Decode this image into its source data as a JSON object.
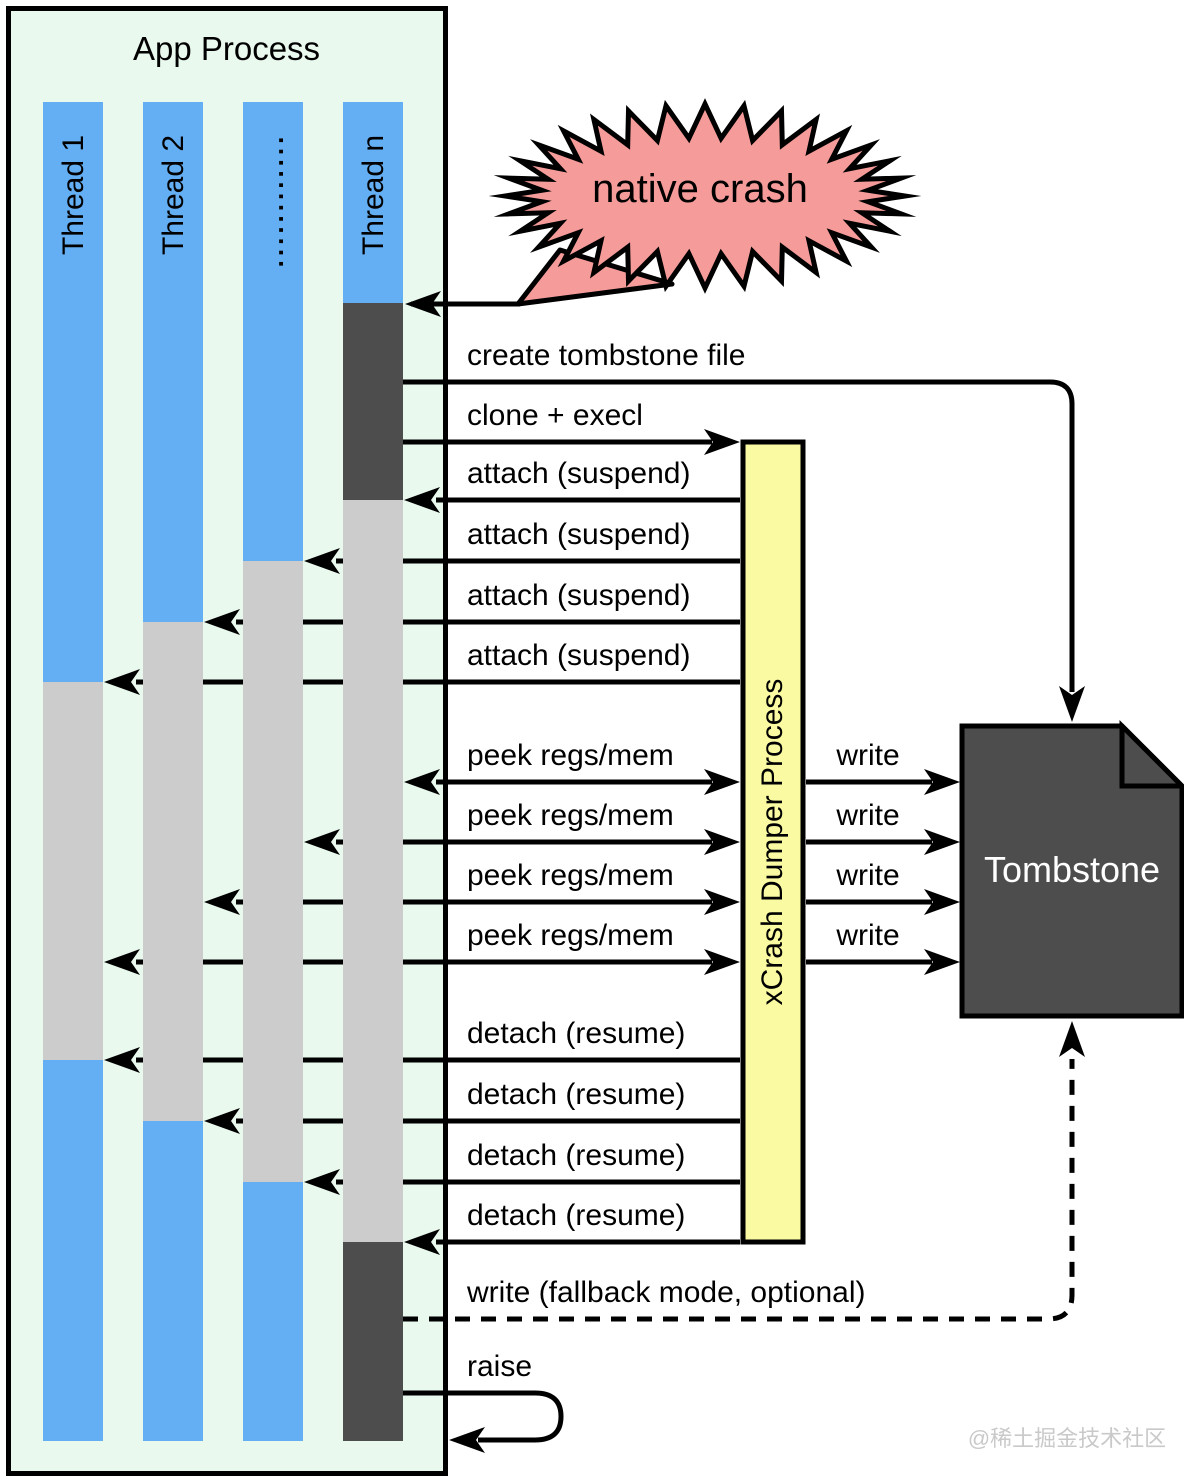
{
  "app_process": {
    "title": "App Process",
    "threads": [
      "Thread 1",
      "Thread 2",
      "............",
      "Thread n"
    ]
  },
  "bubble": {
    "label": "native crash"
  },
  "dumper": {
    "label": "xCrash Dumper Process"
  },
  "tombstone": {
    "label": "Tombstone"
  },
  "arrows": {
    "create": "create tombstone file",
    "clone": "clone + execl",
    "attach": [
      "attach (suspend)",
      "attach (suspend)",
      "attach (suspend)",
      "attach (suspend)"
    ],
    "peek": [
      "peek regs/mem",
      "peek regs/mem",
      "peek regs/mem",
      "peek regs/mem"
    ],
    "write": [
      "write",
      "write",
      "write",
      "write"
    ],
    "detach": [
      "detach (resume)",
      "detach (resume)",
      "detach (resume)",
      "detach (resume)"
    ],
    "fallback": "write (fallback mode, optional)",
    "raise": "raise"
  },
  "watermark": "@稀土掘金技术社区",
  "colors": {
    "process_bg": "#e9f9ee",
    "thread_blue": "#64aff3",
    "thread_idle": "#cccccc",
    "thread_crash": "#4d4d4d",
    "dumper_yellow": "#fafaa2",
    "bubble_pink": "#f59c9a",
    "tombstone_fill": "#4d4d4d"
  }
}
